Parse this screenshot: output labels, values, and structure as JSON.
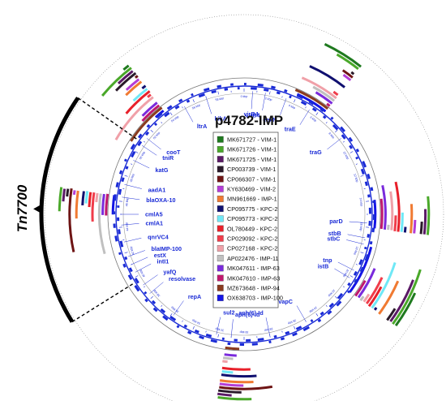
{
  "title": "p4782-IMP",
  "transposon": "Tn7700",
  "legend": [
    {
      "label": "MK671727 - VIM-1",
      "color": "#1f7a1f"
    },
    {
      "label": "MK671726 - VIM-1",
      "color": "#4aa82a"
    },
    {
      "label": "MK671725 - VIM-1",
      "color": "#5b1a66"
    },
    {
      "label": "CP003739 - VIM-1",
      "color": "#2a1a2a"
    },
    {
      "label": "CP066307 - VIM-1",
      "color": "#6e1414"
    },
    {
      "label": "KY630469 - VIM-2",
      "color": "#b43cd6"
    },
    {
      "label": "MN961669 - IMP-1",
      "color": "#f07a32"
    },
    {
      "label": "CP095775 - KPC-2",
      "color": "#101070"
    },
    {
      "label": "CP095773 - KPC-2",
      "color": "#6fe8f6"
    },
    {
      "label": "OL780449 - KPC-2",
      "color": "#e8202a"
    },
    {
      "label": "CP029092 - KPC-2",
      "color": "#f03c4a"
    },
    {
      "label": "CP027168 - KPC-2",
      "color": "#f0a0a8"
    },
    {
      "label": "AP022476 - IMP-11",
      "color": "#c0c0c0"
    },
    {
      "label": "MK047611 - IMP-63",
      "color": "#7a2adc"
    },
    {
      "label": "MK047610 - IMP-63",
      "color": "#c0186e"
    },
    {
      "label": "MZ673648 - IMP-94",
      "color": "#8a3a1e"
    },
    {
      "label": "OX638703 - IMP-100",
      "color": "#1414e6"
    }
  ],
  "genes": [
    {
      "name": "kikA",
      "angle": -18
    },
    {
      "name": "ltrA",
      "angle": -29
    },
    {
      "name": "virB4",
      "angle": 4
    },
    {
      "name": "virB4",
      "angle": 10
    },
    {
      "name": "eexN",
      "angle": 20
    },
    {
      "name": "traE",
      "angle": 32
    },
    {
      "name": "traG",
      "angle": 52
    },
    {
      "name": "cooT",
      "angle": -52
    },
    {
      "name": "tniR",
      "angle": -56
    },
    {
      "name": "katG",
      "angle": -64
    },
    {
      "name": "aadA1",
      "angle": -76
    },
    {
      "name": "blaOXA-10",
      "angle": -82
    },
    {
      "name": "cmlA5",
      "angle": -90
    },
    {
      "name": "cmlA1",
      "angle": -95
    },
    {
      "name": "qnrVC4",
      "angle": -103
    },
    {
      "name": "blaIMP-100",
      "angle": -110
    },
    {
      "name": "estX",
      "angle": -114
    },
    {
      "name": "intI1",
      "angle": -118
    },
    {
      "name": "yafQ",
      "angle": -125
    },
    {
      "name": "resolvase",
      "angle": -130
    },
    {
      "name": "repA",
      "angle": -145
    },
    {
      "name": "parD",
      "angle": 94
    },
    {
      "name": "stbB",
      "angle": 101
    },
    {
      "name": "stbC",
      "angle": 104
    },
    {
      "name": "tnp",
      "angle": 117
    },
    {
      "name": "istB",
      "angle": 121
    },
    {
      "name": "vapC",
      "angle": 150
    },
    {
      "name": "aph(6)-Id",
      "angle": 168
    },
    {
      "name": "aph(6)-Id",
      "angle": 186
    },
    {
      "name": "sul2",
      "angle": 193
    }
  ],
  "kb_labels": [
    "0 kbp",
    "2 kbp",
    "4 kbp",
    "6 kbp",
    "8 kbp",
    "10 kbp",
    "12 kbp",
    "14 kbp",
    "16 kbp",
    "18 kbp",
    "20 kbp",
    "22 kbp",
    "24 kbp",
    "26 kbp",
    "28 kbp",
    "30 kbp",
    "32 kbp",
    "34 kbp",
    "36 kbp",
    "38 kbp",
    "40 kbp",
    "42 kbp",
    "44 kbp",
    "46 kbp",
    "48 kbp",
    "50 kbp",
    "52 kbp",
    "54 kbp",
    "56 kbp",
    "58 kbp"
  ],
  "ring_gaps": [
    [
      38,
      42
    ],
    [
      -82,
      -76
    ],
    [
      96,
      104
    ],
    [
      126,
      130
    ],
    [
      188,
      198
    ],
    [
      -38,
      -32
    ],
    [
      -162,
      -156
    ]
  ],
  "tn_region": [
    -122,
    -55
  ]
}
